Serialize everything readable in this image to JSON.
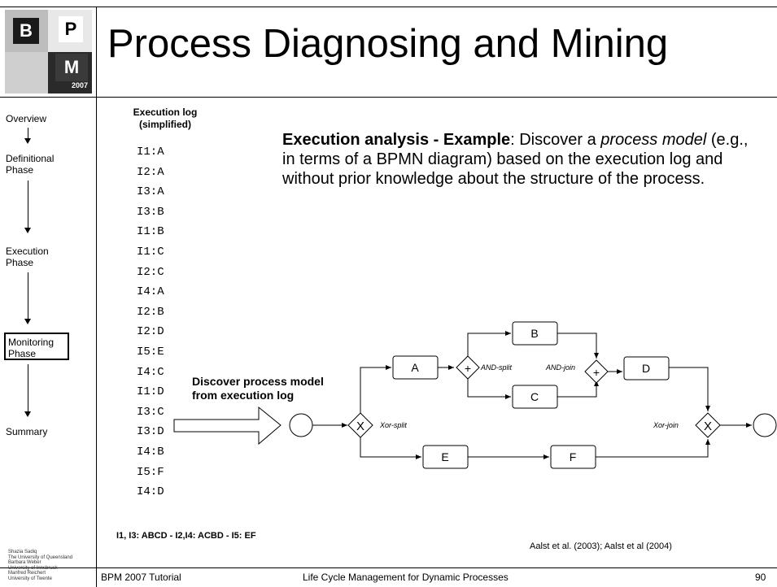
{
  "logo": {
    "letters": [
      "B",
      "P",
      "M"
    ],
    "year": "2007"
  },
  "title": "Process Diagnosing and Mining",
  "sidebar": {
    "items": [
      {
        "label": "Overview",
        "active": false
      },
      {
        "label": "Definitional Phase",
        "active": false
      },
      {
        "label": "Execution Phase",
        "active": false
      },
      {
        "label": "Monitoring Phase",
        "active": true
      },
      {
        "label": "Summary",
        "active": false
      }
    ],
    "authors": [
      "Shazia Sadiq",
      "The University of Queensland",
      "Barbara Weber",
      "University of Innsbruck",
      "Manfred Reichert",
      "University of Twente"
    ]
  },
  "log": {
    "title_line1": "Execution log",
    "title_line2": "(simplified)",
    "entries": [
      "I1:A",
      "I2:A",
      "I3:A",
      "I3:B",
      "I1:B",
      "I1:C",
      "I2:C",
      "I4:A",
      "I2:B",
      "I2:D",
      "I5:E",
      "I4:C",
      "I1:D",
      "I3:C",
      "I3:D",
      "I4:B",
      "I5:F",
      "I4:D"
    ],
    "summary": "I1, I3: ABCD  -  I2,I4: ACBD  - I5: EF"
  },
  "description": {
    "bold": "Execution analysis - Example",
    "text1": ": Discover a ",
    "italic1": "process model",
    "text2": " (e.g., in terms of a BPMN diagram) based on the execution log and without prior knowledge about the structure of the process."
  },
  "diagram": {
    "discover_label_line1": "Discover process model",
    "discover_label_line2": "from execution log",
    "tasks": [
      "A",
      "B",
      "C",
      "D",
      "E",
      "F"
    ],
    "gateways": {
      "xor_split": "Xor-split",
      "and_split": "AND-split",
      "and_join": "AND-join",
      "xor_join": "Xor-join"
    }
  },
  "citation": "Aalst  et al. (2003); Aalst et al (2004)",
  "footer": {
    "left": "BPM 2007 Tutorial",
    "center": "Life Cycle Management for Dynamic Processes",
    "page": "90"
  }
}
